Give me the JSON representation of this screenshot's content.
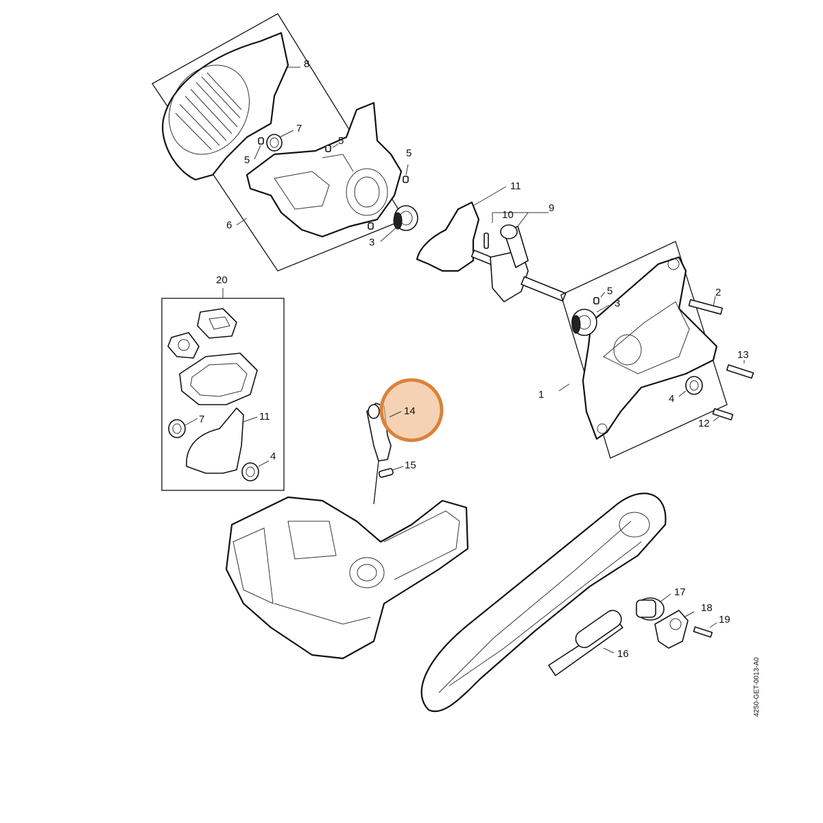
{
  "labels": {
    "p1": "1",
    "p2": "2",
    "p3a": "3",
    "p3b": "3",
    "p4a": "4",
    "p4b": "4",
    "p5a": "5",
    "p5b": "5",
    "p5c": "5",
    "p5d": "5",
    "p6": "6",
    "p7a": "7",
    "p7b": "7",
    "p8": "8",
    "p9": "9",
    "p10": "10",
    "p11a": "11",
    "p11b": "11",
    "p12": "12",
    "p13": "13",
    "p14": "14",
    "p15": "15",
    "p16": "16",
    "p17": "17",
    "p18": "18",
    "p19": "19",
    "p20": "20"
  },
  "document_code": "4250-GET-0013-A0",
  "colors": {
    "highlight": "#d9823a",
    "highlight_fill": "#f1c39a",
    "line": "#111111"
  }
}
